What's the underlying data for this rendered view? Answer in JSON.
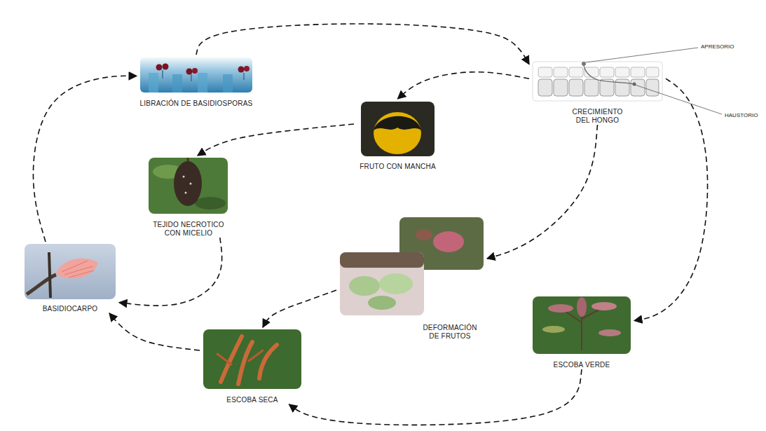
{
  "diagram": {
    "nodes": [
      {
        "text": [
          "LIBRACIÓN DE BASIDIOSPORAS"
        ]
      },
      {
        "text": [
          "CRECIMIENTO DEL HONGO"
        ]
      },
      {
        "text": [
          "FRUTO CON MANCHA"
        ]
      },
      {
        "text": [
          "TEJIDO NECROTICO CON MICELIO"
        ]
      },
      {
        "text": [
          "BASIDIOCARPO"
        ]
      },
      {
        "text": [
          "DEFORMACIÓN DE FRUTOS"
        ]
      },
      {
        "text": [
          "ESCOBA VERDE"
        ]
      },
      {
        "text": [
          "ESCOBA SECA"
        ]
      }
    ],
    "edges": [
      {
        "from": 0,
        "to": 1,
        "arrow": "to"
      },
      {
        "from": 1,
        "to": 2,
        "arrow": "to"
      },
      {
        "from": 2,
        "to": 3,
        "arrow": "to"
      },
      {
        "from": 3,
        "to": 4,
        "arrow": "to"
      },
      {
        "from": 4,
        "to": 0,
        "arrow": "to"
      },
      {
        "from": 1,
        "to": 5,
        "arrow": "to"
      },
      {
        "from": 1,
        "to": 6,
        "arrow": "to"
      },
      {
        "from": 5,
        "to": 7,
        "arrow": "to"
      },
      {
        "from": 7,
        "to": 4,
        "arrow": "to"
      },
      {
        "from": 6,
        "to": 7,
        "arrow": "to"
      }
    ],
    "labels": [
      "APRESORIO",
      "HAUSTORIO"
    ]
  }
}
